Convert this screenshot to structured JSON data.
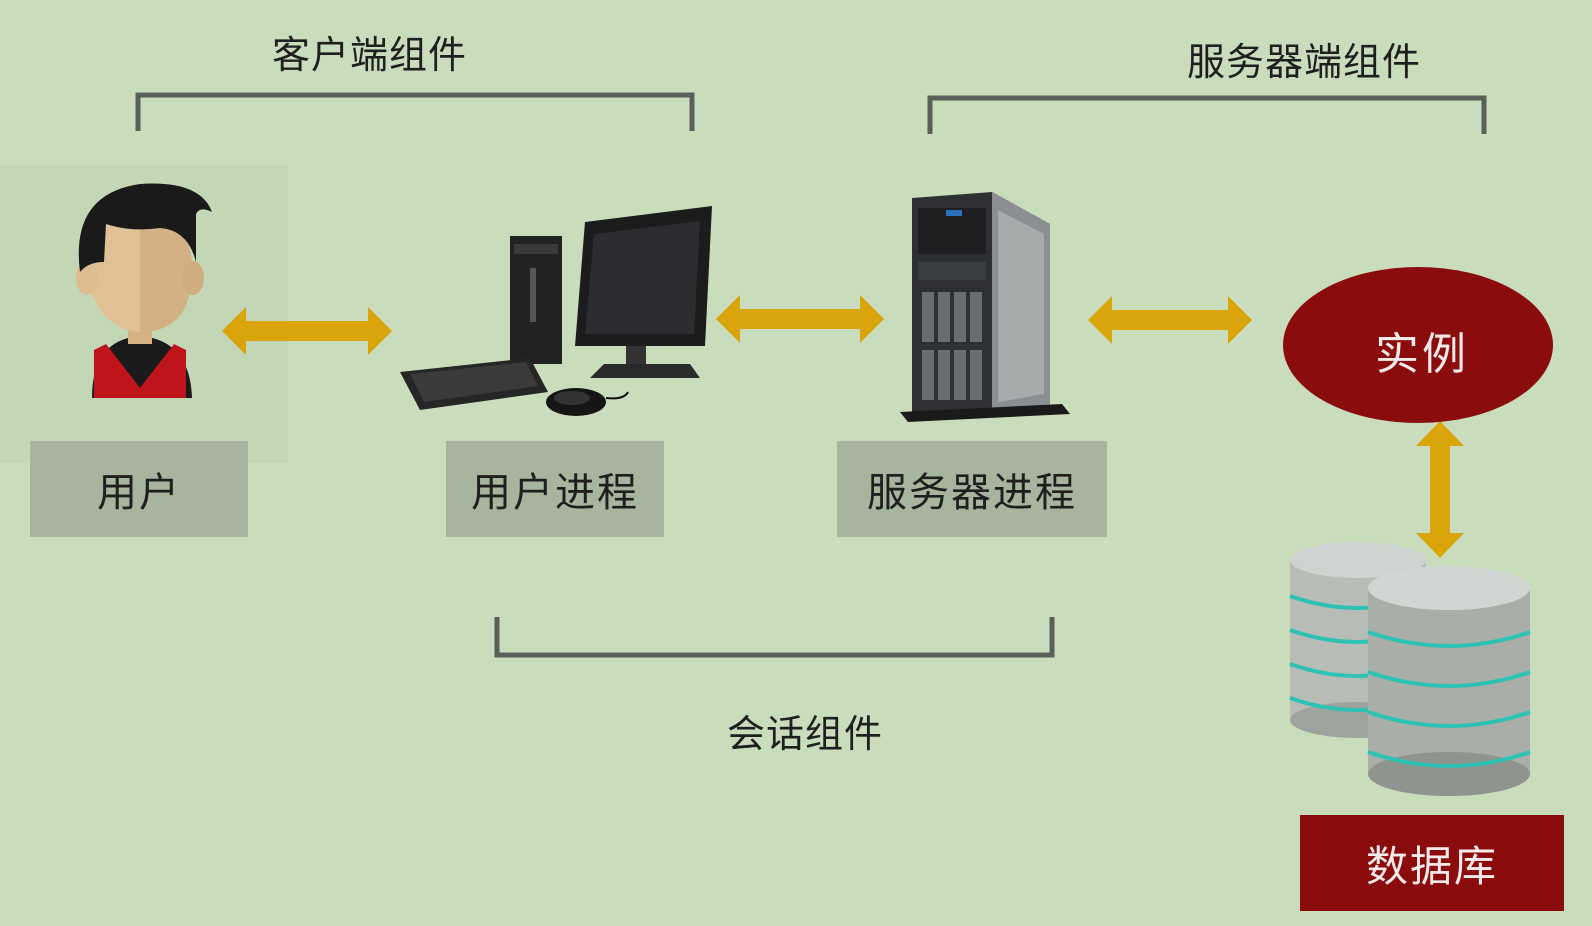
{
  "headings": {
    "client": "客户端组件",
    "server": "服务器端组件",
    "session": "会话组件"
  },
  "labels": {
    "user": "用户",
    "user_process": "用户进程",
    "server_process": "服务器进程",
    "instance": "实例",
    "database": "数据库"
  },
  "colors": {
    "background": "#c9ddbd",
    "label_box": "#a7b59f",
    "arrow": "#d9a50a",
    "bracket": "#5a5f5a",
    "accent_red": "#8b0c0c"
  },
  "icons": [
    "user-icon",
    "desktop-computer-icon",
    "tower-server-icon",
    "database-icon"
  ]
}
